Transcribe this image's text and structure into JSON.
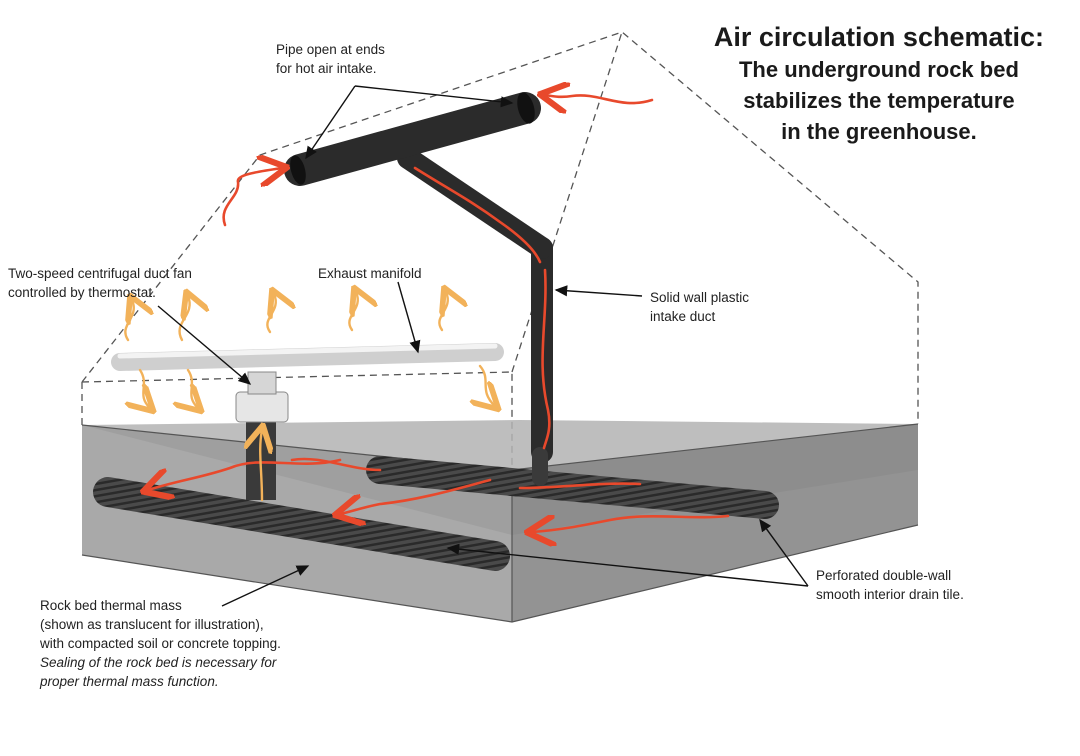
{
  "title": {
    "line1": "Air circulation schematic:",
    "line2": "The underground rock bed",
    "line3": "stabilizes the temperature",
    "line4": "in the greenhouse."
  },
  "labels": {
    "pipe_open": [
      "Pipe open at ends",
      "for hot air intake."
    ],
    "fan": [
      "Two-speed centrifugal duct fan",
      "controlled by thermostat."
    ],
    "exhaust": "Exhaust manifold",
    "intake_duct": [
      "Solid wall plastic",
      "intake duct"
    ],
    "drain_tile": [
      "Perforated double-wall",
      "smooth interior drain tile."
    ],
    "rock_bed": [
      "Rock bed thermal mass",
      "(shown as translucent for illustration),",
      "with compacted soil or concrete topping.",
      "Sealing of the rock bed is necessary for",
      "proper thermal mass function."
    ]
  },
  "colors": {
    "hot_air": "#e8492c",
    "warm_air": "#f2b25a",
    "pipe": "#2b2b2b",
    "soil": "#9a9a9a",
    "outline": "#555555"
  }
}
